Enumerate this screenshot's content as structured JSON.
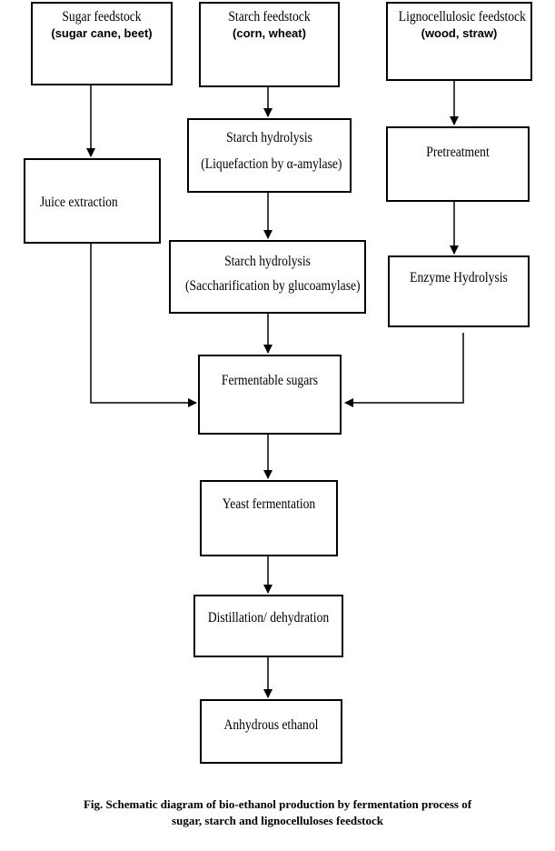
{
  "nodes": {
    "sugar_feedstock": {
      "title": "Sugar feedstock",
      "sub": "(sugar cane,  beet)"
    },
    "starch_feedstock": {
      "title": "Starch feedstock",
      "sub": "(corn, wheat)"
    },
    "ligno_feedstock": {
      "title": "Lignocellulosic feedstock",
      "sub": "(wood, straw)"
    },
    "juice_extraction": {
      "title": "Juice extraction"
    },
    "starch_liquefaction": {
      "line1": "Starch hydrolysis",
      "line2": "(Liquefaction by α-amylase)"
    },
    "starch_saccharification": {
      "line1": "Starch hydrolysis",
      "line2": "(Saccharification by glucoamylase)"
    },
    "pretreatment": {
      "title": "Pretreatment"
    },
    "enzyme_hydrolysis": {
      "title": "Enzyme Hydrolysis"
    },
    "fermentable_sugars": {
      "title": "Fermentable sugars"
    },
    "yeast_fermentation": {
      "title": "Yeast fermentation"
    },
    "distillation": {
      "title": "Distillation/ dehydration"
    },
    "anhydrous_ethanol": {
      "title": "Anhydrous ethanol"
    }
  },
  "caption": {
    "line1": "Fig.  Schematic diagram of bio-ethanol production by fermentation process of",
    "line2": "sugar, starch and lignocelluloses feedstock"
  }
}
